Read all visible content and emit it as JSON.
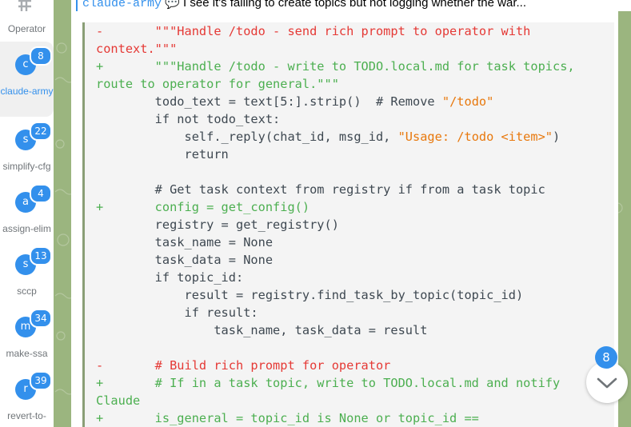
{
  "sidebar": {
    "folders": [
      {
        "label": "Operator",
        "icon": "folder-icon"
      },
      {
        "label": "claude-army",
        "avatar": "c",
        "badge": "8",
        "active": true
      },
      {
        "label": "simplify-cfg",
        "avatar": "s",
        "badge": "22"
      },
      {
        "label": "assign-elim",
        "avatar": "a",
        "badge": "4"
      },
      {
        "label": "sccp",
        "avatar": "s",
        "badge": "13"
      },
      {
        "label": "make-ssa",
        "avatar": "m",
        "badge": "34"
      },
      {
        "label": "revert-to-",
        "avatar": "r",
        "badge": "39"
      }
    ]
  },
  "header": {
    "sender": "claude-army",
    "message": "💬 I see it's failing to create topics but not logging whether the war..."
  },
  "code": {
    "lines": [
      {
        "prefix": "-",
        "text": "        \"\"\"Handle /todo - send rich prompt to operator with",
        "kind": "del"
      },
      {
        "prefix": "",
        "text": "context.\"\"\"",
        "kind": "del"
      },
      {
        "prefix": "+",
        "text": "        \"\"\"Handle /todo - write to TODO.local.md for task topics,",
        "kind": "add"
      },
      {
        "prefix": "",
        "text": "route to operator for general.\"\"\"",
        "kind": "add"
      },
      {
        "prefix": " ",
        "text": "        todo_text = text[5:].strip()  # Remove ",
        "kind": "ctx",
        "str": "\"/todo\""
      },
      {
        "prefix": " ",
        "text": "        if not todo_text:",
        "kind": "ctx"
      },
      {
        "prefix": " ",
        "text": "            self._reply(chat_id, msg_id, ",
        "kind": "ctx",
        "str": "\"Usage: /todo <item>\"",
        "tail": ")"
      },
      {
        "prefix": " ",
        "text": "            return",
        "kind": "ctx"
      },
      {
        "prefix": " ",
        "text": "",
        "kind": "ctx"
      },
      {
        "prefix": " ",
        "text": "        # Get task context from registry if from a task topic",
        "kind": "ctx"
      },
      {
        "prefix": "+",
        "text": "        config = get_config()",
        "kind": "add"
      },
      {
        "prefix": " ",
        "text": "        registry = get_registry()",
        "kind": "ctx"
      },
      {
        "prefix": " ",
        "text": "        task_name = None",
        "kind": "ctx"
      },
      {
        "prefix": " ",
        "text": "        task_data = None",
        "kind": "ctx"
      },
      {
        "prefix": " ",
        "text": "        if topic_id:",
        "kind": "ctx"
      },
      {
        "prefix": " ",
        "text": "            result = registry.find_task_by_topic(topic_id)",
        "kind": "ctx"
      },
      {
        "prefix": " ",
        "text": "            if result:",
        "kind": "ctx"
      },
      {
        "prefix": " ",
        "text": "                task_name, task_data = result",
        "kind": "ctx"
      },
      {
        "prefix": " ",
        "text": "",
        "kind": "ctx"
      },
      {
        "prefix": "-",
        "text": "        # Build rich prompt for operator",
        "kind": "del"
      },
      {
        "prefix": "+",
        "text": "        # If in a task topic, write to TODO.local.md and notify",
        "kind": "add"
      },
      {
        "prefix": "",
        "text": "Claude",
        "kind": "add"
      },
      {
        "prefix": "+",
        "text": "        is_general = topic_id is None or topic_id ==",
        "kind": "add"
      }
    ]
  },
  "scroll": {
    "unread_badge": "8",
    "icon": "chevron-down-icon"
  },
  "colors": {
    "accent": "#3390ec",
    "deleted": "#e53935",
    "added": "#4caf50",
    "string": "#e8780c",
    "chat_bg": "#9bb57f"
  }
}
